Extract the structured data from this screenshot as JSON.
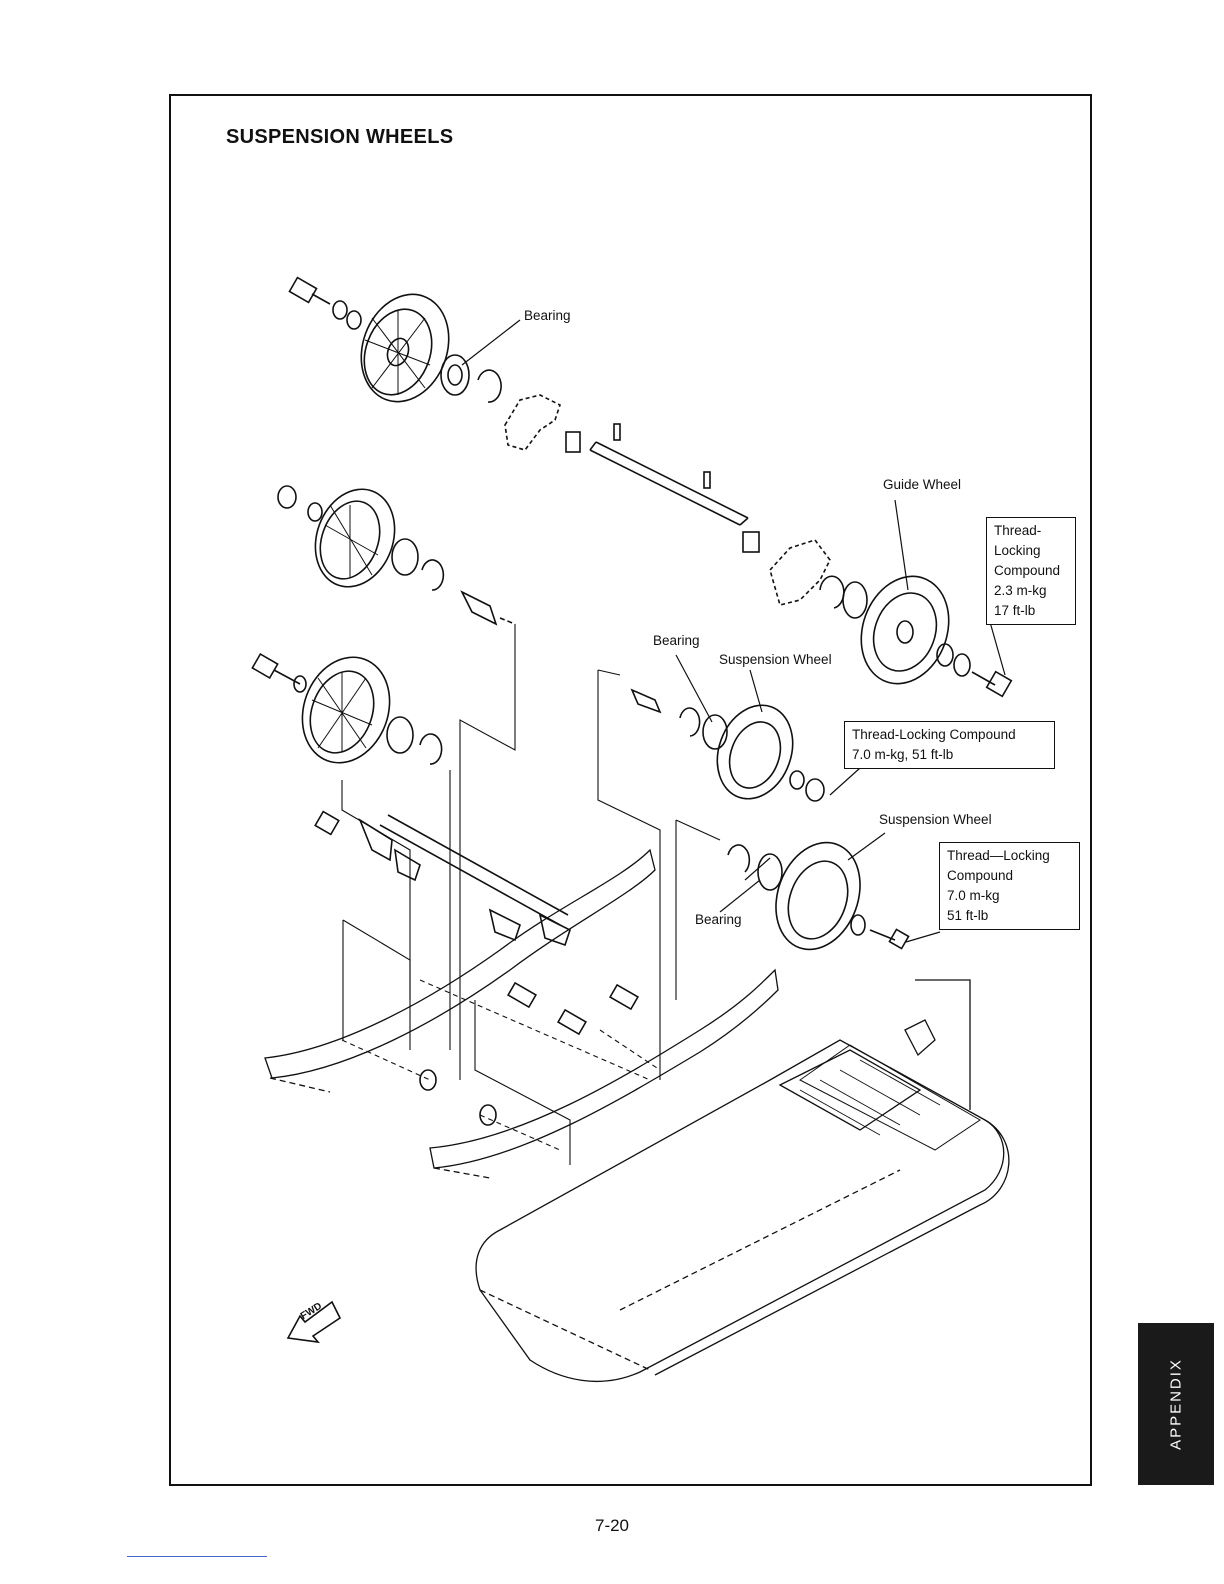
{
  "page": {
    "title": "SUSPENSION WHEELS",
    "page_number": "7-20",
    "side_tab": "APPENDIX"
  },
  "labels": {
    "bearing_top": "Bearing",
    "guide_wheel": "Guide Wheel",
    "bearing_mid": "Bearing",
    "suspension_wheel_mid": "Suspension Wheel",
    "suspension_wheel_lower": "Suspension Wheel",
    "bearing_lower": "Bearing",
    "fwd_marker": "FWD"
  },
  "callouts": {
    "guide_wheel_torque": [
      "Thread-",
      "Locking",
      "Compound",
      "2.3 m-kg",
      "17 ft-lb"
    ],
    "mid_wheel_torque": [
      "Thread-Locking Compound",
      "7.0 m-kg, 51 ft-lb"
    ],
    "lower_wheel_torque": [
      "Thread—Locking",
      "Compound",
      "7.0 m-kg",
      "51 ft-lb"
    ]
  }
}
